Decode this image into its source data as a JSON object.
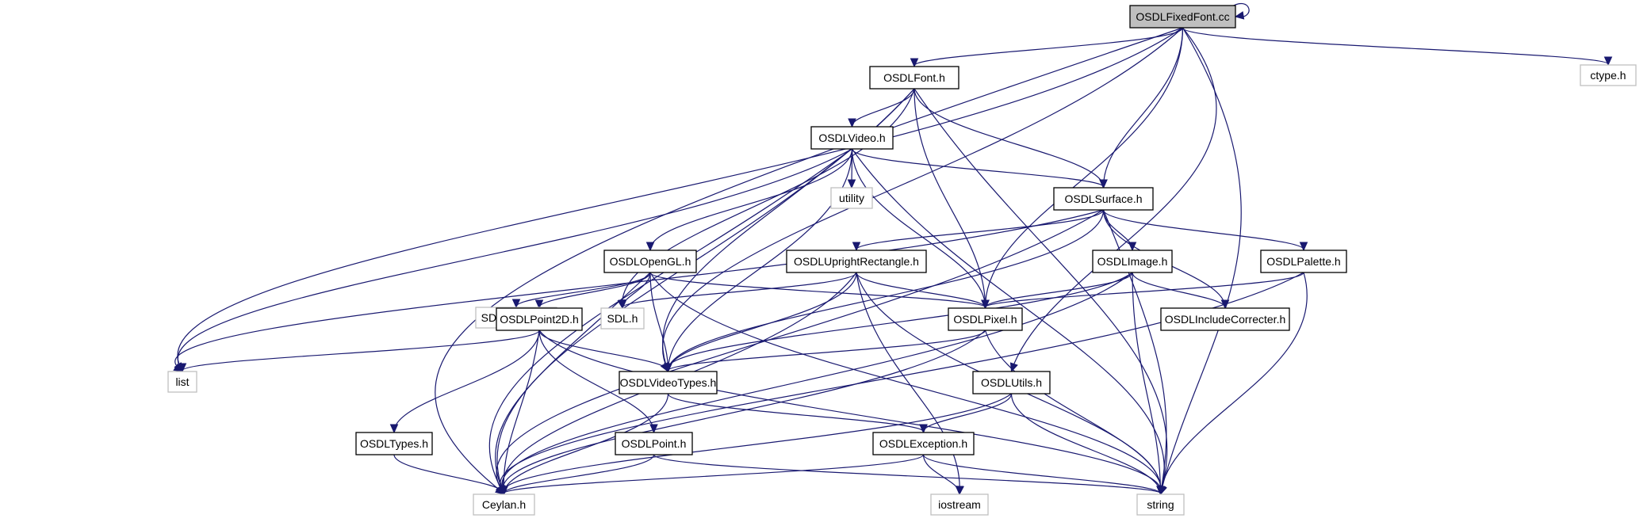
{
  "diagram": {
    "type": "include-dependency-graph",
    "colors": {
      "edge": "#191970",
      "root_fill": "#bfbfbf",
      "node_border": "#000000",
      "system_border": "#bfbfbf"
    },
    "nodes": [
      {
        "id": "fixedfont",
        "label": "OSDLFixedFont.cc",
        "kind": "root"
      },
      {
        "id": "ctype",
        "label": "ctype.h",
        "kind": "system"
      },
      {
        "id": "font",
        "label": "OSDLFont.h",
        "kind": "project"
      },
      {
        "id": "video",
        "label": "OSDLVideo.h",
        "kind": "project"
      },
      {
        "id": "utility",
        "label": "utility",
        "kind": "system"
      },
      {
        "id": "surface",
        "label": "OSDLSurface.h",
        "kind": "project"
      },
      {
        "id": "opengl",
        "label": "OSDLOpenGL.h",
        "kind": "project"
      },
      {
        "id": "upright",
        "label": "OSDLUprightRectangle.h",
        "kind": "project"
      },
      {
        "id": "image",
        "label": "OSDLImage.h",
        "kind": "project"
      },
      {
        "id": "palette",
        "label": "OSDLPalette.h",
        "kind": "project"
      },
      {
        "id": "sdlopengl",
        "label": "SDL_opengl.h",
        "kind": "system"
      },
      {
        "id": "point2d",
        "label": "OSDLPoint2D.h",
        "kind": "project"
      },
      {
        "id": "sdl",
        "label": "SDL.h",
        "kind": "system"
      },
      {
        "id": "pixel",
        "label": "OSDLPixel.h",
        "kind": "project"
      },
      {
        "id": "includecorr",
        "label": "OSDLIncludeCorrecter.h",
        "kind": "project"
      },
      {
        "id": "list",
        "label": "list",
        "kind": "system"
      },
      {
        "id": "videotypes",
        "label": "OSDLVideoTypes.h",
        "kind": "project"
      },
      {
        "id": "utils",
        "label": "OSDLUtils.h",
        "kind": "project"
      },
      {
        "id": "types",
        "label": "OSDLTypes.h",
        "kind": "project"
      },
      {
        "id": "point",
        "label": "OSDLPoint.h",
        "kind": "project"
      },
      {
        "id": "exception",
        "label": "OSDLException.h",
        "kind": "project"
      },
      {
        "id": "ceylan",
        "label": "Ceylan.h",
        "kind": "system"
      },
      {
        "id": "iostream",
        "label": "iostream",
        "kind": "system"
      },
      {
        "id": "string",
        "label": "string",
        "kind": "system"
      }
    ],
    "edges": [
      [
        "fixedfont",
        "fixedfont"
      ],
      [
        "fixedfont",
        "ctype"
      ],
      [
        "fixedfont",
        "font"
      ],
      [
        "fixedfont",
        "surface"
      ],
      [
        "fixedfont",
        "pixel"
      ],
      [
        "fixedfont",
        "utils"
      ],
      [
        "fixedfont",
        "videotypes"
      ],
      [
        "fixedfont",
        "list"
      ],
      [
        "fixedfont",
        "ceylan"
      ],
      [
        "fixedfont",
        "string"
      ],
      [
        "font",
        "video"
      ],
      [
        "font",
        "surface"
      ],
      [
        "font",
        "pixel"
      ],
      [
        "font",
        "sdl"
      ],
      [
        "font",
        "videotypes"
      ],
      [
        "font",
        "ceylan"
      ],
      [
        "font",
        "string"
      ],
      [
        "video",
        "utility"
      ],
      [
        "video",
        "surface"
      ],
      [
        "video",
        "opengl"
      ],
      [
        "video",
        "pixel"
      ],
      [
        "video",
        "videotypes"
      ],
      [
        "video",
        "list"
      ],
      [
        "video",
        "ceylan"
      ],
      [
        "video",
        "string"
      ],
      [
        "surface",
        "upright"
      ],
      [
        "surface",
        "image"
      ],
      [
        "surface",
        "palette"
      ],
      [
        "surface",
        "includecorr"
      ],
      [
        "surface",
        "videotypes"
      ],
      [
        "surface",
        "list"
      ],
      [
        "surface",
        "ceylan"
      ],
      [
        "surface",
        "string"
      ],
      [
        "opengl",
        "sdlopengl"
      ],
      [
        "opengl",
        "point2d"
      ],
      [
        "opengl",
        "sdl"
      ],
      [
        "opengl",
        "pixel"
      ],
      [
        "opengl",
        "videotypes"
      ],
      [
        "opengl",
        "ceylan"
      ],
      [
        "opengl",
        "string"
      ],
      [
        "upright",
        "pixel"
      ],
      [
        "upright",
        "sdl"
      ],
      [
        "upright",
        "videotypes"
      ],
      [
        "upright",
        "iostream"
      ],
      [
        "upright",
        "ceylan"
      ],
      [
        "upright",
        "string"
      ],
      [
        "image",
        "pixel"
      ],
      [
        "image",
        "includecorr"
      ],
      [
        "image",
        "videotypes"
      ],
      [
        "image",
        "ceylan"
      ],
      [
        "image",
        "string"
      ],
      [
        "palette",
        "pixel"
      ],
      [
        "palette",
        "ceylan"
      ],
      [
        "palette",
        "string"
      ],
      [
        "point2d",
        "list"
      ],
      [
        "point2d",
        "videotypes"
      ],
      [
        "point2d",
        "types"
      ],
      [
        "point2d",
        "point"
      ],
      [
        "point2d",
        "ceylan"
      ],
      [
        "point2d",
        "string"
      ],
      [
        "pixel",
        "videotypes"
      ],
      [
        "pixel",
        "ceylan"
      ],
      [
        "pixel",
        "string"
      ],
      [
        "videotypes",
        "exception"
      ],
      [
        "videotypes",
        "ceylan"
      ],
      [
        "utils",
        "exception"
      ],
      [
        "utils",
        "ceylan"
      ],
      [
        "utils",
        "string"
      ],
      [
        "types",
        "ceylan"
      ],
      [
        "point",
        "ceylan"
      ],
      [
        "point",
        "string"
      ],
      [
        "exception",
        "iostream"
      ],
      [
        "exception",
        "ceylan"
      ],
      [
        "exception",
        "string"
      ]
    ]
  }
}
